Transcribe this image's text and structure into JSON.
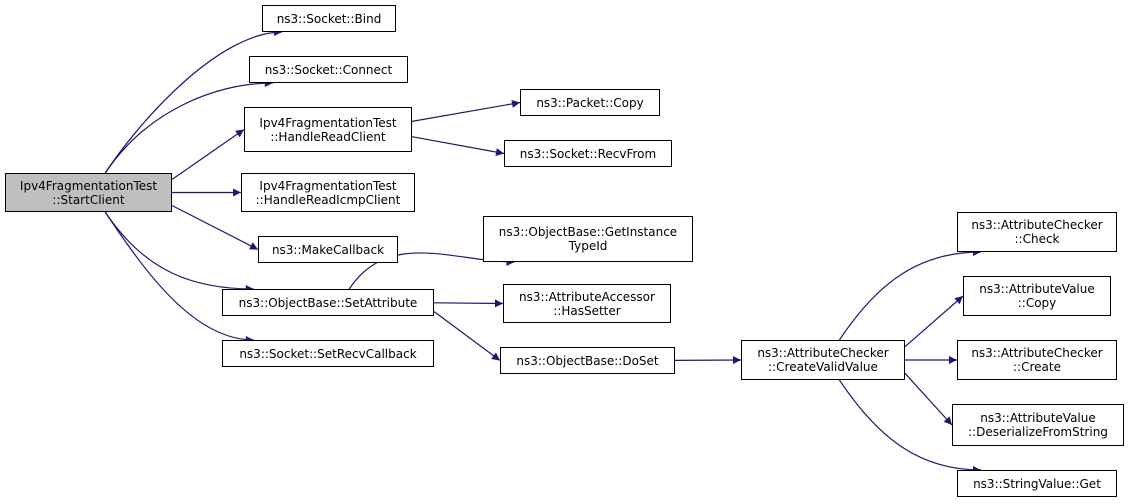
{
  "diagram": {
    "type": "call-graph",
    "edge_color": "#191970",
    "root_fill": "#bfbfbf",
    "nodes": [
      {
        "id": "start",
        "lines": [
          "Ipv4FragmentationTest",
          "::StartClient"
        ],
        "root": true
      },
      {
        "id": "bind",
        "lines": [
          "ns3::Socket::Bind"
        ]
      },
      {
        "id": "connect",
        "lines": [
          "ns3::Socket::Connect"
        ]
      },
      {
        "id": "hrc",
        "lines": [
          "Ipv4FragmentationTest",
          "::HandleReadClient"
        ]
      },
      {
        "id": "hric",
        "lines": [
          "Ipv4FragmentationTest",
          "::HandleReadIcmpClient"
        ]
      },
      {
        "id": "mkcb",
        "lines": [
          "ns3::MakeCallback"
        ]
      },
      {
        "id": "setattr",
        "lines": [
          "ns3::ObjectBase::SetAttribute"
        ]
      },
      {
        "id": "setrecv",
        "lines": [
          "ns3::Socket::SetRecvCallback"
        ]
      },
      {
        "id": "pcopy",
        "lines": [
          "ns3::Packet::Copy"
        ]
      },
      {
        "id": "recvfrom",
        "lines": [
          "ns3::Socket::RecvFrom"
        ]
      },
      {
        "id": "getinst",
        "lines": [
          "ns3::ObjectBase::GetInstance",
          "TypeId"
        ]
      },
      {
        "id": "hassetter",
        "lines": [
          "ns3::AttributeAccessor",
          "::HasSetter"
        ]
      },
      {
        "id": "doset",
        "lines": [
          "ns3::ObjectBase::DoSet"
        ]
      },
      {
        "id": "cvv",
        "lines": [
          "ns3::AttributeChecker",
          "::CreateValidValue"
        ]
      },
      {
        "id": "check",
        "lines": [
          "ns3::AttributeChecker",
          "::Check"
        ]
      },
      {
        "id": "avcopy",
        "lines": [
          "ns3::AttributeValue",
          "::Copy"
        ]
      },
      {
        "id": "accreate",
        "lines": [
          "ns3::AttributeChecker",
          "::Create"
        ]
      },
      {
        "id": "deser",
        "lines": [
          "ns3::AttributeValue",
          "::DeserializeFromString"
        ]
      },
      {
        "id": "sget",
        "lines": [
          "ns3::StringValue::Get"
        ]
      }
    ],
    "edges": [
      [
        "start",
        "bind"
      ],
      [
        "start",
        "connect"
      ],
      [
        "start",
        "hrc"
      ],
      [
        "start",
        "hric"
      ],
      [
        "start",
        "mkcb"
      ],
      [
        "start",
        "setattr"
      ],
      [
        "start",
        "setrecv"
      ],
      [
        "hrc",
        "pcopy"
      ],
      [
        "hrc",
        "recvfrom"
      ],
      [
        "setattr",
        "getinst"
      ],
      [
        "setattr",
        "hassetter"
      ],
      [
        "setattr",
        "doset"
      ],
      [
        "doset",
        "cvv"
      ],
      [
        "cvv",
        "check"
      ],
      [
        "cvv",
        "avcopy"
      ],
      [
        "cvv",
        "accreate"
      ],
      [
        "cvv",
        "deser"
      ],
      [
        "cvv",
        "sget"
      ]
    ]
  }
}
